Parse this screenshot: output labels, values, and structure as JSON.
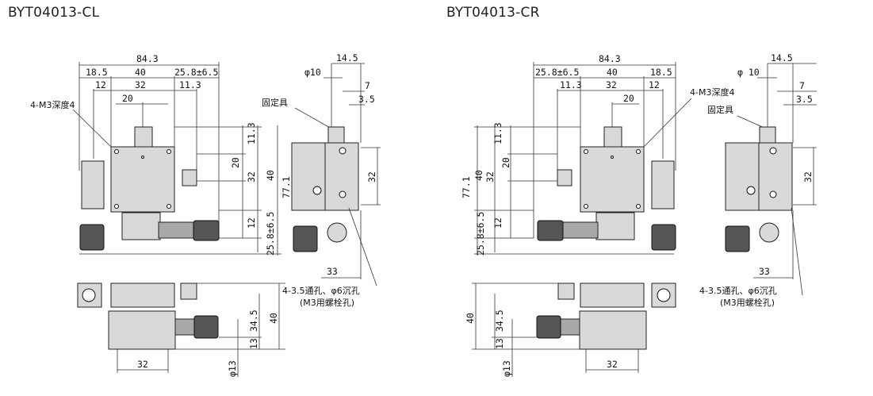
{
  "titles": {
    "cl": "BYT04013-CL",
    "cr": "BYT04013-CR"
  },
  "dims": {
    "total_w": "84.3",
    "d18_5": "18.5",
    "d40": "40",
    "d25_8": "25.8±6.5",
    "d12": "12",
    "d32": "32",
    "d11_3": "11.3",
    "d20": "20",
    "d77_1": "77.1",
    "d14_5": "14.5",
    "d_phi10": "φ10",
    "d_phi10_r": "φ 10",
    "d7": "7",
    "d3_5": "3.5",
    "d33": "33",
    "d34_5": "34.5",
    "d13": "13",
    "d_phi13": "φ13"
  },
  "notes": {
    "m3_depth": "4-M3深度4",
    "fixture": "固定具",
    "thru_hole": "4-3.5通孔、φ6沉孔",
    "bolt_hole": "(M3用螺栓孔)"
  }
}
